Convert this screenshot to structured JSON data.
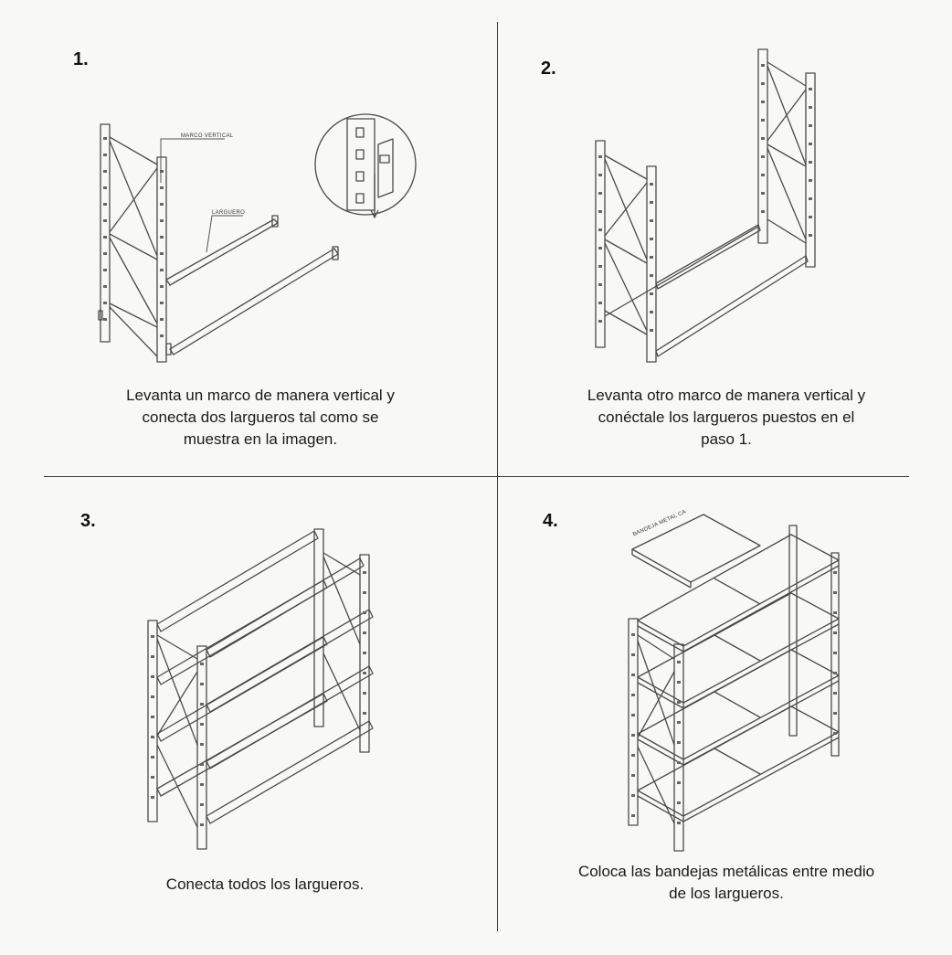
{
  "steps": [
    {
      "number": "1.",
      "caption_lines": [
        "Levanta un marco de manera vertical y",
        "conecta dos largueros tal como se",
        "muestra en la imagen."
      ],
      "labels": {
        "frame": "MARCO VERTICAL",
        "beam": "LARGUERO"
      }
    },
    {
      "number": "2.",
      "caption_lines": [
        "Levanta otro marco de manera vertical y",
        "conéctale los largueros puestos en el",
        "paso 1."
      ]
    },
    {
      "number": "3.",
      "caption_lines": [
        "Conecta todos los largueros."
      ]
    },
    {
      "number": "4.",
      "caption_lines": [
        "Coloca las bandejas metálicas entre medio",
        "de los largueros."
      ],
      "labels": {
        "tray": "BANDEJA METAL CA"
      }
    }
  ]
}
